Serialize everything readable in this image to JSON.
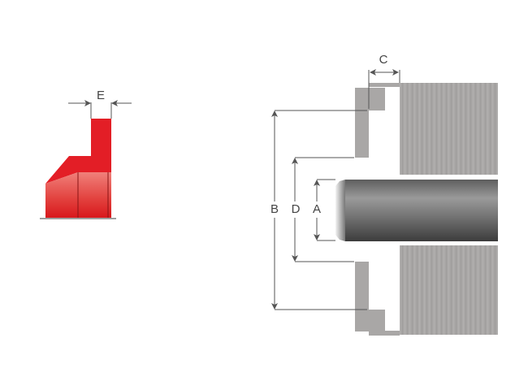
{
  "labels": {
    "e": "E",
    "c": "C",
    "b": "B",
    "d": "D",
    "a": "A"
  },
  "colors": {
    "seal_red": "#e31e26",
    "housing_gray": "#a8a6a5",
    "shaft_dark": "#4a4a4a",
    "dimension_line": "#555555"
  }
}
